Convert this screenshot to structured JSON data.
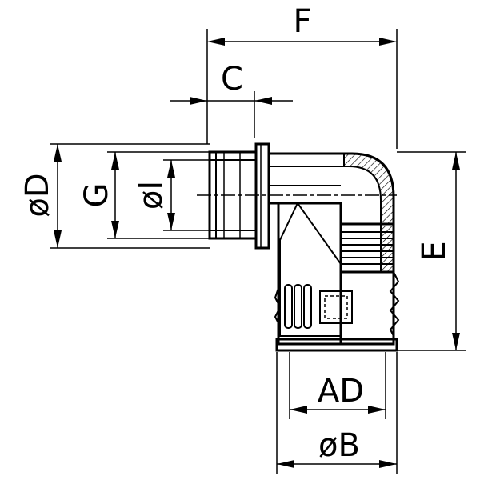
{
  "labels": {
    "F": "F",
    "C": "C",
    "D": "øD",
    "G": "G",
    "I": "øI",
    "E": "E",
    "AD": "AD",
    "B": "øB"
  }
}
